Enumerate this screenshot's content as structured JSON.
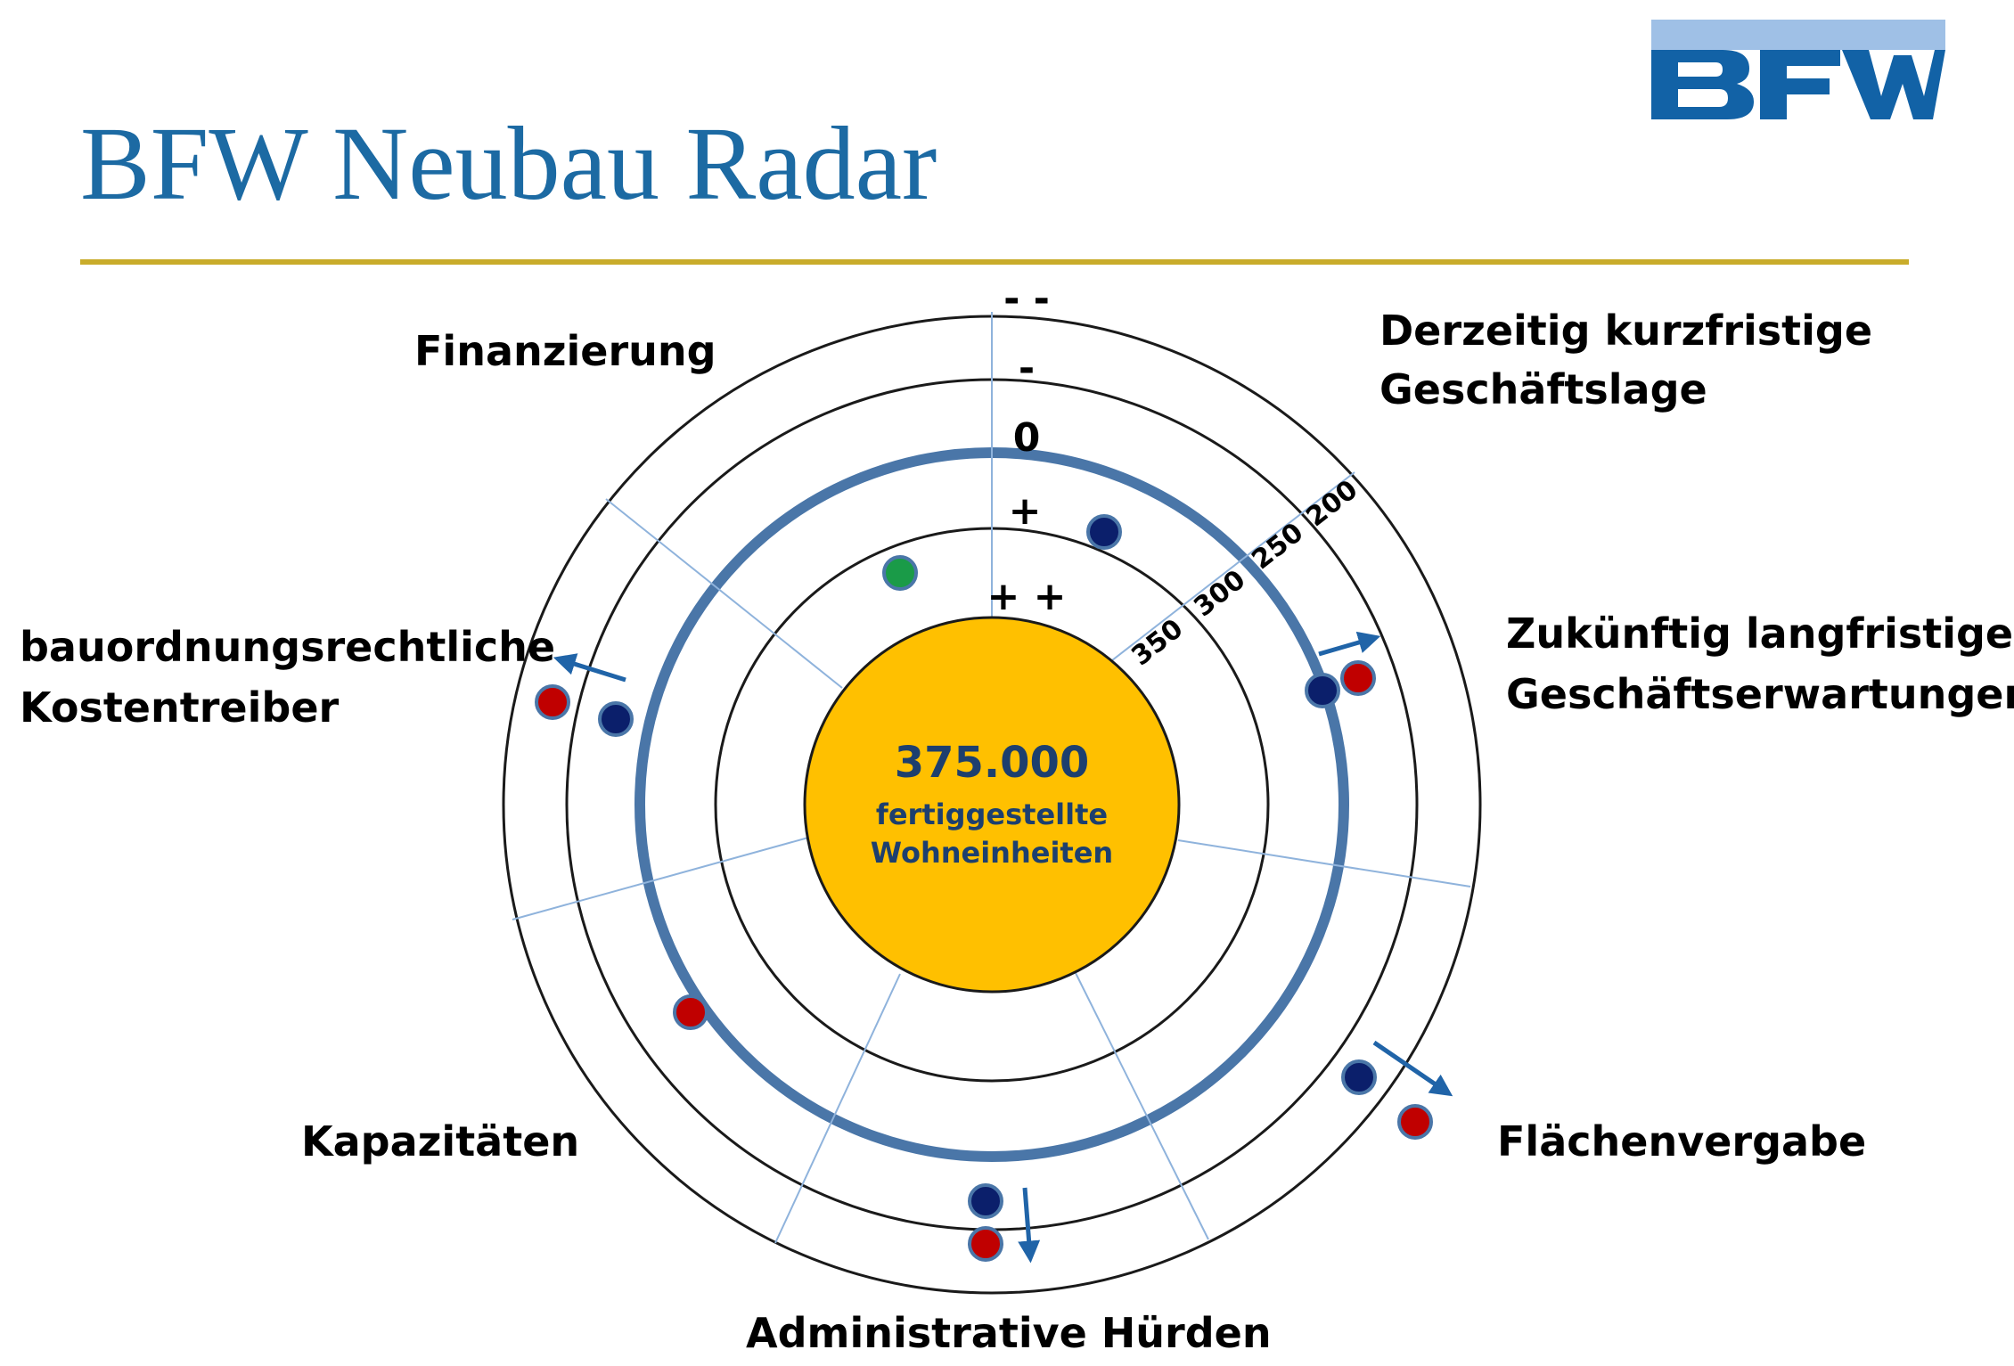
{
  "title": "BFW Neubau Radar",
  "colors": {
    "title": "#1c6aa3",
    "rule": "#c9ac2b",
    "logo_light": "#9fc0e6",
    "logo_dark": "#1262a6",
    "center_fill": "#ffc000",
    "center_text": "#1d3f6e",
    "thick_ring": "#4a76a8",
    "sector_line": "#8fb3dc",
    "dot_dark": "#0b1f6b",
    "dot_red": "#c00000",
    "dot_green": "#1a9b48",
    "arrow": "#2064a8"
  },
  "logo": {
    "icon": "bfw-logo-icon",
    "text": "BFW"
  },
  "center": {
    "value": "375.000",
    "line1": "fertiggestellte",
    "line2": "Wohneinheiten"
  },
  "scale_labels": [
    "- -",
    "-",
    "0",
    "+",
    "+ +"
  ],
  "radius_labels": [
    "350",
    "300",
    "250",
    "200"
  ],
  "categories": [
    {
      "id": "finanzierung",
      "lines": [
        "Finanzierung"
      ]
    },
    {
      "id": "kurzfristig",
      "lines": [
        "Derzeitig kurzfristige",
        "Geschäftslage"
      ]
    },
    {
      "id": "langfristig",
      "lines": [
        "Zukünftig langfristige",
        "Geschäftserwartungen"
      ]
    },
    {
      "id": "flaechen",
      "lines": [
        "Flächenvergabe"
      ]
    },
    {
      "id": "administrativ",
      "lines": [
        "Administrative Hürden"
      ]
    },
    {
      "id": "kapazitaeten",
      "lines": [
        "Kapazitäten"
      ]
    },
    {
      "id": "bauordnung",
      "lines": [
        "bauordnungsrechtliche",
        "Kostentreiber"
      ]
    }
  ]
}
